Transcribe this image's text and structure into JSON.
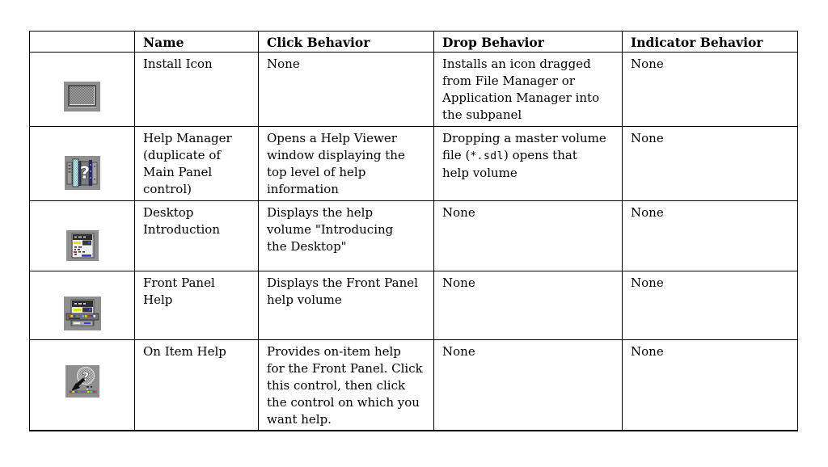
{
  "colors": {
    "table_border": "#000000",
    "page_background": "#ffffff",
    "icon_tile_gray": "#8e8e8e",
    "icon_dark_frame": "#4f4f4f",
    "accent_cyan": "#49c8c8",
    "accent_blue": "#3a3ad6",
    "accent_yellow": "#e3e300",
    "accent_red": "#d42a2a",
    "accent_green": "#2ab82a",
    "accent_magenta": "#d42ad4"
  },
  "icons": {
    "row1": "install-icon",
    "row2": "help-manager-icon",
    "row3": "desktop-introduction-icon",
    "row4": "front-panel-help-icon",
    "row5": "on-item-help-icon"
  },
  "table": {
    "headers": {
      "icon": "",
      "name": "Name",
      "click": "Click Behavior",
      "drop": "Drop Behavior",
      "indicator": "Indicator Behavior"
    },
    "rows": [
      {
        "name": "Install Icon",
        "click": "None",
        "drop": "Installs an icon dragged\nfrom File Manager or\nApplication Manager into\nthe subpanel",
        "indicator": "None"
      },
      {
        "name": "Help Manager\n(duplicate of\nMain Panel\ncontrol)",
        "click": "Opens a Help Viewer\nwindow displaying the\ntop level of help\ninformation",
        "drop_parts": {
          "pre": "Dropping a master volume\nfile (",
          "mono": "*.sdl",
          "post": ") opens that\nhelp volume"
        },
        "indicator": "None"
      },
      {
        "name": "Desktop\nIntroduction",
        "click": "Displays the help\nvolume \"Introducing\nthe Desktop\"",
        "drop": "None",
        "indicator": "None"
      },
      {
        "name": "Front Panel\nHelp",
        "click": "Displays the Front Panel\nhelp volume",
        "drop": "None",
        "indicator": "None"
      },
      {
        "name": "On Item Help",
        "click": "Provides on-item help\nfor the Front Panel. Click\nthis control, then click\nthe control on which you\nwant help.",
        "drop": "None",
        "indicator": "None"
      }
    ]
  }
}
